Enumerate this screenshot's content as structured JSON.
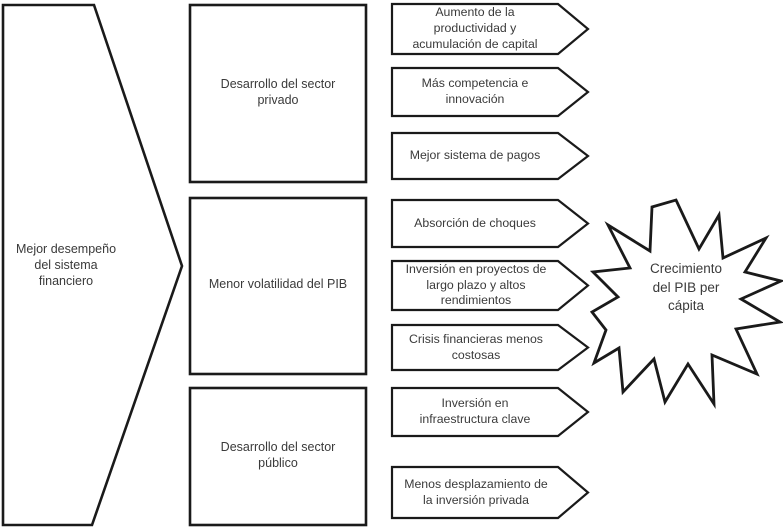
{
  "diagram": {
    "title": "Mejor desempeño del sistema financiero - Crecimiento del PIB per cápita",
    "type": "flow-diagram",
    "colors": {
      "stroke": "#1a1a1a",
      "fill": "#ffffff",
      "text": "#3a3a3a",
      "background": "#ffffff"
    }
  },
  "source": {
    "shape": "pentagon-arrow",
    "label": "Mejor desempeño\ndel sistema\nfinanciero"
  },
  "stages": [
    {
      "id": "sector-privado",
      "shape": "rectangle",
      "label": "Desarrollo del sector\nprivado"
    },
    {
      "id": "volatilidad-pib",
      "shape": "rectangle",
      "label": "Menor volatilidad del PIB"
    },
    {
      "id": "sector-publico",
      "shape": "rectangle",
      "label": "Desarrollo del sector\npúblico"
    }
  ],
  "outcomes": [
    {
      "id": "productividad-capital",
      "shape": "arrow-right",
      "stage": "sector-privado",
      "label": "Aumento de la\nproductividad y\nacumulación de capital"
    },
    {
      "id": "competencia-innovacion",
      "shape": "arrow-right",
      "stage": "sector-privado",
      "label": "Más competencia e\ninnovación"
    },
    {
      "id": "sistema-pagos",
      "shape": "arrow-right",
      "stage": "sector-privado",
      "label": "Mejor sistema de pagos"
    },
    {
      "id": "absorcion-choques",
      "shape": "arrow-right",
      "stage": "volatilidad-pib",
      "label": "Absorción de choques"
    },
    {
      "id": "inversion-largo-plazo",
      "shape": "arrow-right",
      "stage": "volatilidad-pib",
      "label": "Inversión en proyectos de\nlargo plazo y altos\nrendimientos"
    },
    {
      "id": "crisis-menos-costosas",
      "shape": "arrow-right",
      "stage": "volatilidad-pib",
      "label": "Crisis financieras menos\ncostosas"
    },
    {
      "id": "infraestructura-clave",
      "shape": "arrow-right",
      "stage": "sector-publico",
      "label": "Inversión en\ninfraestructura clave"
    },
    {
      "id": "desplazamiento-inversion",
      "shape": "arrow-right",
      "stage": "sector-publico",
      "label": "Menos desplazamiento de\nla inversión privada"
    }
  ],
  "result": {
    "id": "crecimiento-pib",
    "shape": "explosion-starburst",
    "label": "Crecimiento\ndel PIB per\ncápita"
  }
}
